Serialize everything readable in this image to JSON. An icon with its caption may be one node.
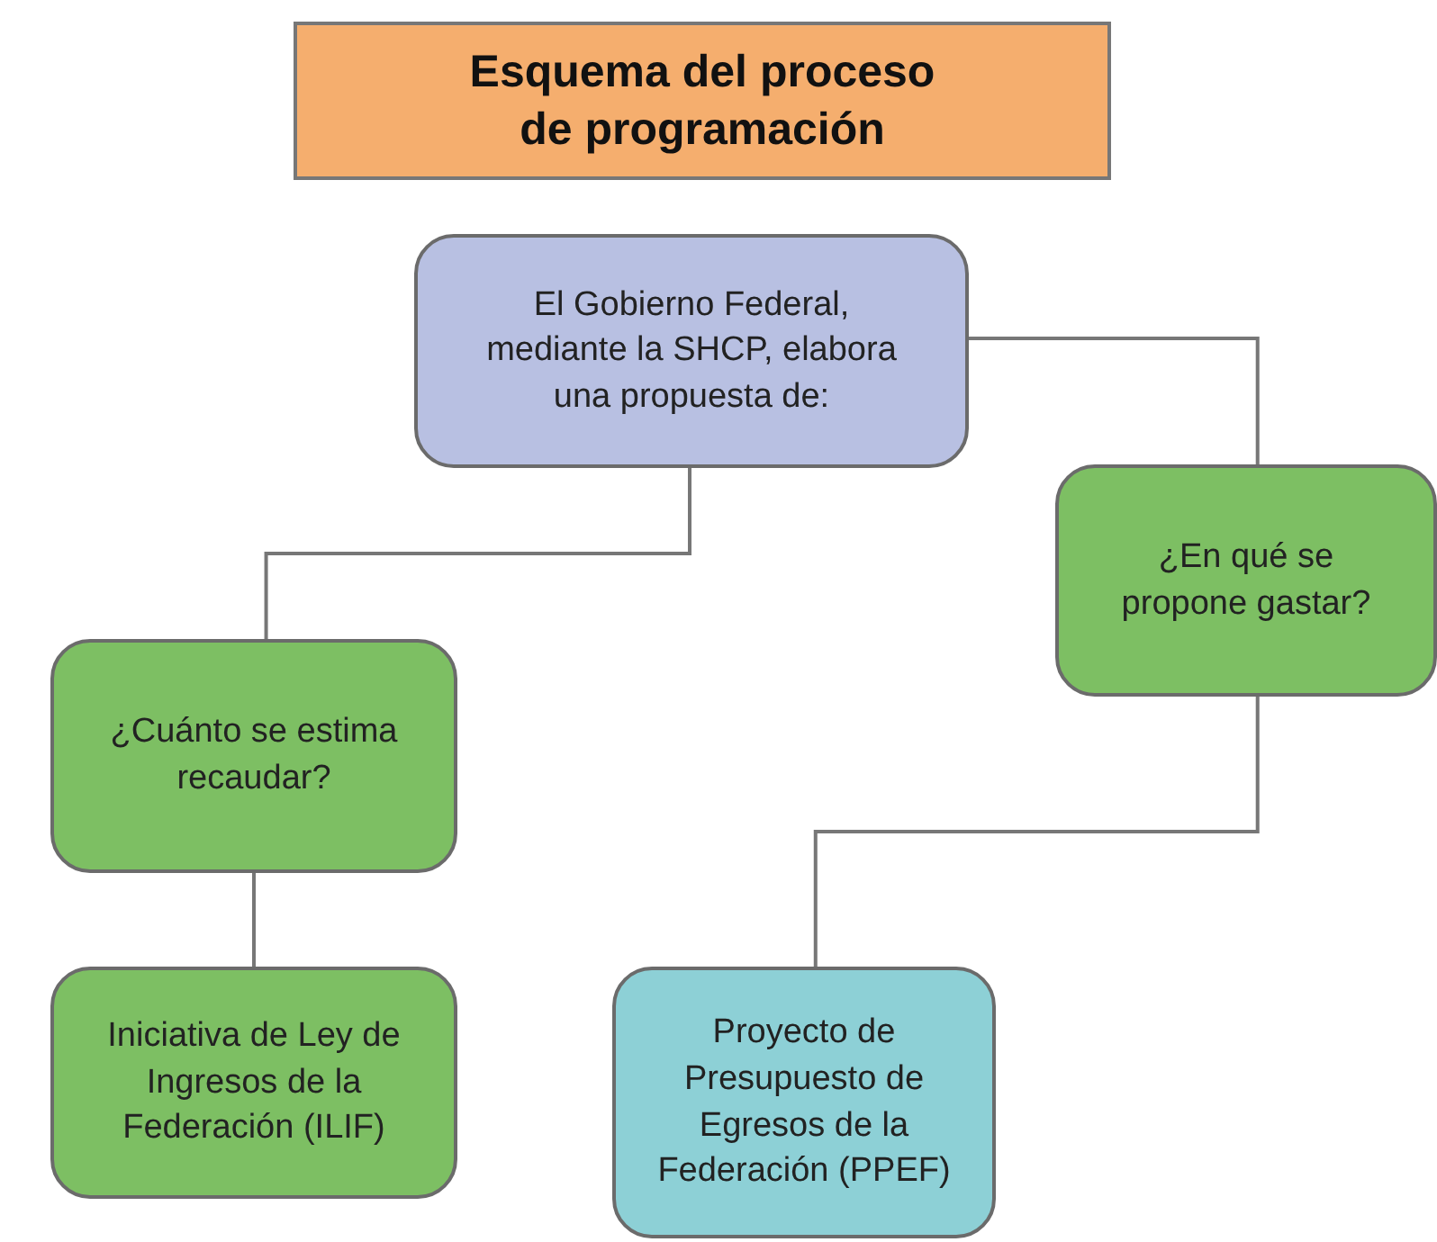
{
  "diagram": {
    "title": "Esquema del proceso de programación",
    "nodes": [
      {
        "text": [
          "El Gobierno Federal, mediante la SHCP, elabora una propuesta de:"
        ]
      },
      {
        "text": [
          "¿En qué se propone gastar?"
        ]
      },
      {
        "text": [
          "¿Cuánto se estima recaudar?"
        ]
      },
      {
        "text": [
          "Iniciativa de Ley de Ingresos de la Federación (ILIF)"
        ]
      },
      {
        "text": [
          "Proyecto de Presupuesto de Egresos de la Federación (PPEF)"
        ]
      }
    ],
    "edges": [
      {
        "from": 0,
        "to": 2,
        "arrow": "none"
      },
      {
        "from": 0,
        "to": 1,
        "arrow": "none"
      },
      {
        "from": 2,
        "to": 3,
        "arrow": "none"
      },
      {
        "from": 1,
        "to": 4,
        "arrow": "none"
      }
    ]
  }
}
